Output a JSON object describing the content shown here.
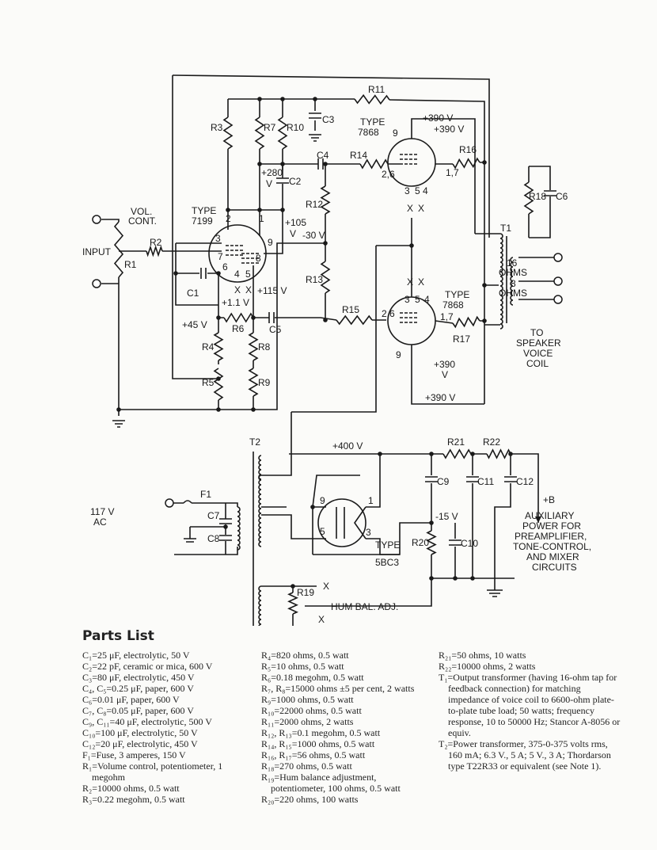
{
  "schematic": {
    "labels": {
      "input": "INPUT",
      "vol_cont_1": "VOL.",
      "vol_cont_2": "CONT.",
      "r1": "R1",
      "r2": "R2",
      "r3": "R3",
      "r4": "R4",
      "r5": "R5",
      "r6": "R6",
      "r7": "R7",
      "r8": "R8",
      "r9": "R9",
      "r10": "R10",
      "r11": "R11",
      "r12": "R12",
      "r13": "R13",
      "r14": "R14",
      "r15": "R15",
      "r16": "R16",
      "r17": "R17",
      "r18": "R18",
      "r19": "R19",
      "r20": "R20",
      "r21": "R21",
      "r22": "R22",
      "c1": "C1",
      "c2": "C2",
      "c3": "C3",
      "c4": "C4",
      "c5": "C5",
      "c6": "C6",
      "c7": "C7",
      "c8": "C8",
      "c9": "C9",
      "c10": "C10",
      "c11": "C11",
      "c12": "C12",
      "t1": "T1",
      "t2": "T2",
      "f1": "F1",
      "tube1_type": "TYPE",
      "tube1_model": "7199",
      "tube2_type": "TYPE",
      "tube2_model": "7868",
      "tube3_type": "TYPE",
      "tube3_model": "7868",
      "tube4_type": "TYPE",
      "tube4_model": "5BC3",
      "v280": "+280",
      "v280u": "V",
      "v105": "+105",
      "v105u": "V",
      "vm30": "-30 V",
      "v11": "+1.1 V",
      "v115": "+115 V",
      "v45": "+45 V",
      "v390a": "+390 V",
      "v390b": "+390 V",
      "v390c": "+390",
      "v390cu": "V",
      "v390d": "+390 V",
      "v400": "+400 V",
      "vm15": "-15 V",
      "b_plus": "+B",
      "ohms16": "16",
      "ohms16u": "OHMS",
      "ohms8": "8",
      "ohms8u": "OHMS",
      "to_speaker_1": "TO",
      "to_speaker_2": "SPEAKER",
      "to_speaker_3": "VOICE",
      "to_speaker_4": "COIL",
      "ac_1": "117 V",
      "ac_2": "AC",
      "hum_bal": "HUM BAL. ADJ.",
      "aux_1": "AUXILIARY",
      "aux_2": "POWER FOR",
      "aux_3": "PREAMPLIFIER,",
      "aux_4": "TONE-CONTROL,",
      "aux_5": "AND MIXER",
      "aux_6": "CIRCUITS",
      "x": "X",
      "pins": {
        "t1_2": "2",
        "t1_1": "1",
        "t1_3": "3",
        "t1_9": "9",
        "t1_7": "7",
        "t1_6": "6",
        "t1_8": "8",
        "t1_4": "4",
        "t1_5": "5",
        "t2_9": "9",
        "t2_26": "2,6",
        "t2_17": "1,7",
        "t2_3": "3",
        "t2_5": "5",
        "t2_4": "4",
        "t3_3": "3",
        "t3_5": "5",
        "t3_4": "4",
        "t3_26": "2,6",
        "t3_17": "1,7",
        "t3_9": "9",
        "t4_9": "9",
        "t4_1": "1",
        "t4_5": "5",
        "t4_3": "3"
      }
    }
  },
  "parts_list": {
    "title": "Parts List",
    "column1": [
      "C₁=25 μF, electrolytic, 50 V",
      "C₂=22 pF, ceramic or mica, 600 V",
      "C₃=80 μF, electrolytic, 450 V",
      "C₄, C₅=0.25 μF, paper, 600 V",
      "C₆=0.01 μF, paper, 600 V",
      "C₇, C₈=0.05 μF, paper, 600 V",
      "C₉, C₁₁=40 μF, electrolytic, 500 V",
      "C₁₀=100 μF, electrolytic, 50 V",
      "C₁₂=20 μF, electrolytic, 450 V",
      "F₁=Fuse, 3 amperes, 150 V",
      "R₁=Volume control, potentiometer, 1 megohm",
      "R₂=10000 ohms, 0.5 watt",
      "R₃=0.22 megohm, 0.5 watt"
    ],
    "column2": [
      "R₄=820 ohms, 0.5 watt",
      "R₅=10 ohms, 0.5 watt",
      "R₆=0.18 megohm, 0.5 watt",
      "R₇, R₈=15000 ohms ±5 per cent, 2 watts",
      "R₉=1000 ohms, 0.5 watt",
      "R₁₀=22000 ohms, 0.5 watt",
      "R₁₁=2000 ohms, 2 watts",
      "R₁₂, R₁₃=0.1 megohm, 0.5 watt",
      "R₁₄, R₁₅=1000 ohms, 0.5 watt",
      "R₁₆, R₁₇=56 ohms, 0.5 watt",
      "R₁₈=270 ohms, 0.5 watt",
      "R₁₉=Hum balance adjustment, potentiometer, 100 ohms, 0.5 watt",
      "R₂₀=220 ohms, 100 watts"
    ],
    "column3": [
      "R₂₁=50 ohms, 10 watts",
      "R₂₂=10000 ohms, 2 watts",
      "T₁=Output transformer (having 16-ohm tap for feedback connection) for matching impedance of voice coil to 6600-ohm plate-to-plate tube load; 50 watts; frequency response, 10 to 50000 Hz; Stancor A-8056 or equiv.",
      "T₂=Power transformer, 375-0-375 volts rms, 160 mA; 6.3 V., 5 A; 5 V., 3 A; Thordarson type T22R33 or equivalent (see Note 1)."
    ]
  }
}
